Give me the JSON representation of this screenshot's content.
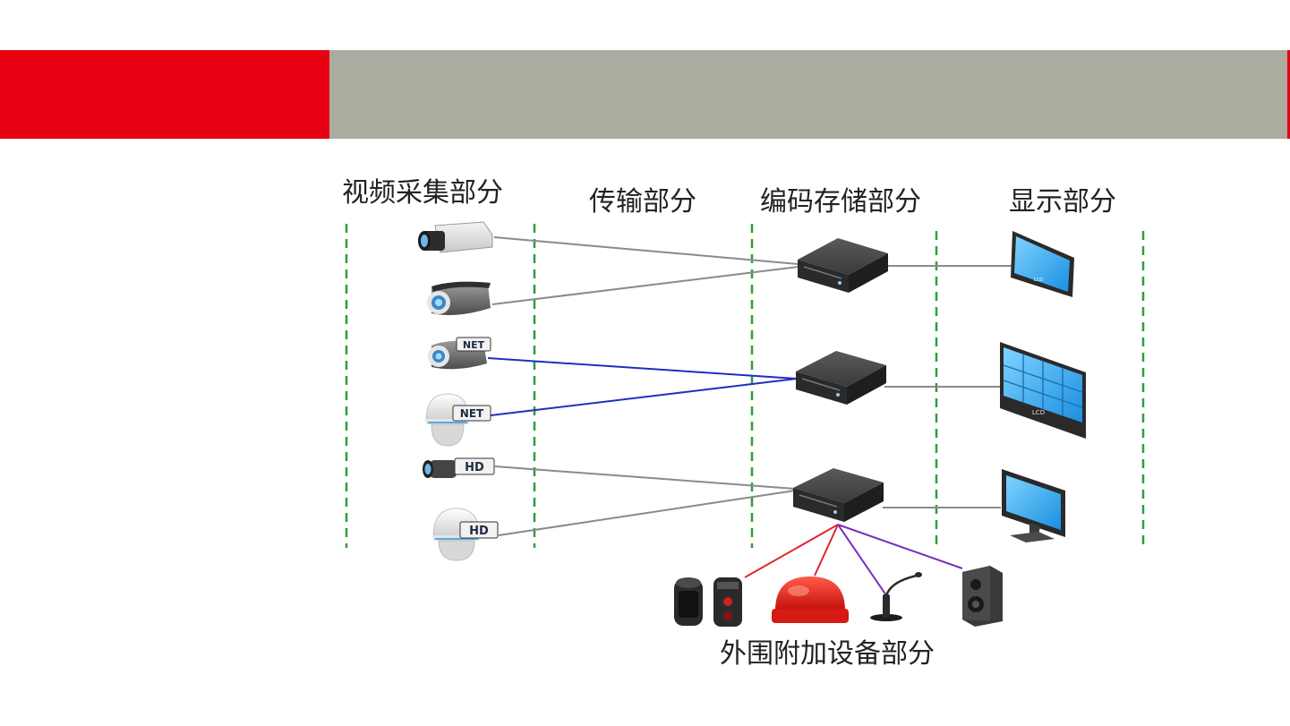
{
  "sections": {
    "capture": "视频采集部分",
    "transmission": "传输部分",
    "encode_storage": "编码存储部分",
    "display": "显示部分",
    "peripheral": "外围附加设备部分"
  },
  "badges": {
    "net": "NET",
    "hd": "HD",
    "lcd": "LCD"
  },
  "colors": {
    "header_red": "#e60012",
    "header_gray": "#acab9f",
    "divider_green": "#2e9e3a",
    "analog_line": "#8a8a8a",
    "ip_line": "#1f2fbf",
    "alarm_line": "#e0262e",
    "audio_line": "#7a2fbf"
  }
}
